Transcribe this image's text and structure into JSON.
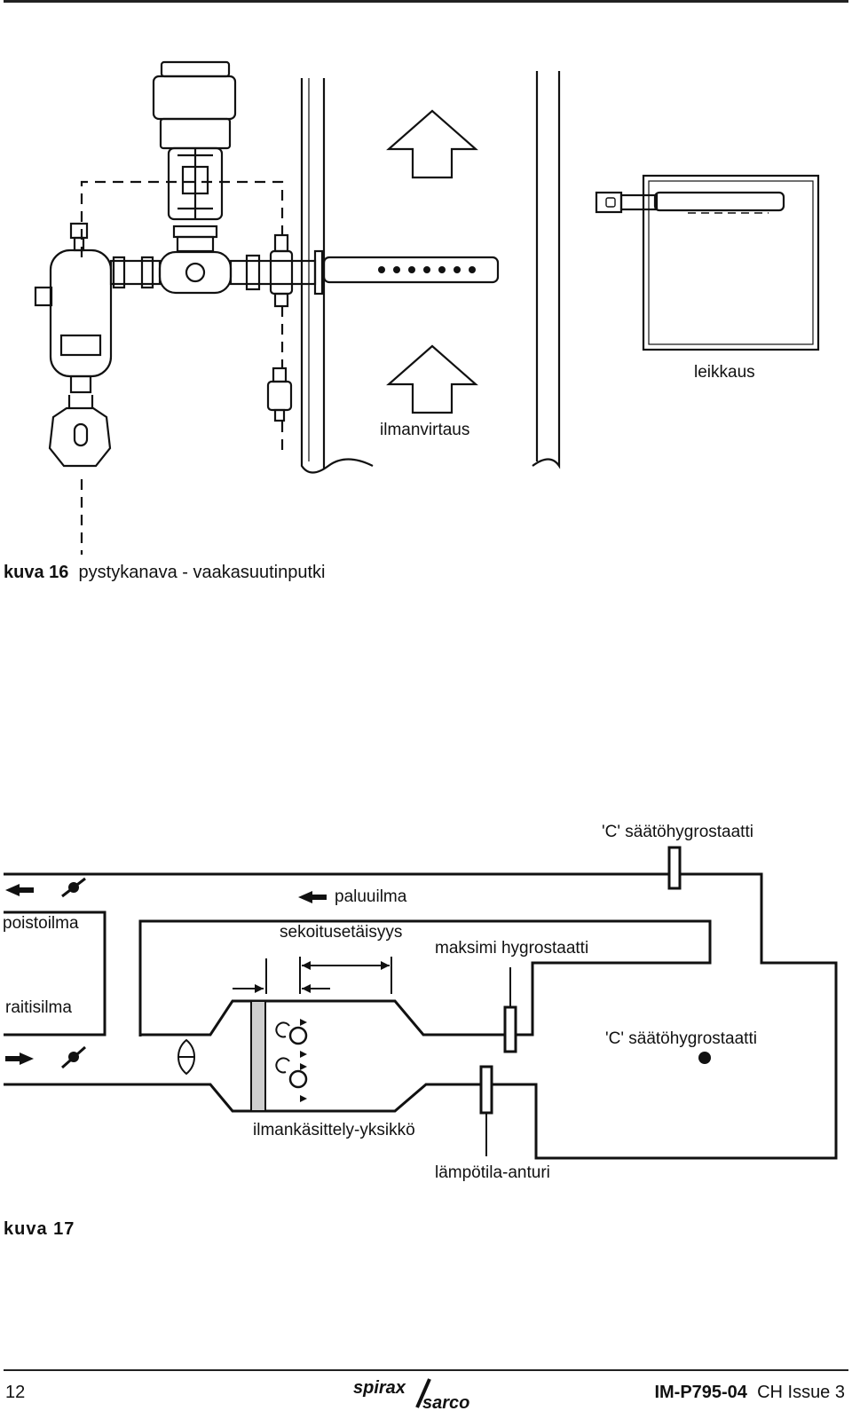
{
  "figure16": {
    "caption_label": "kuva 16",
    "caption_text": "pystykanava - vaakasuutinputki",
    "label_airflow": "ilmanvirtaus",
    "label_section": "leikkaus"
  },
  "figure17": {
    "caption_label": "kuva  17",
    "label_c_hygrostat_top": "'C' säätöhygrostaatti",
    "label_return_air": "paluuilma",
    "label_exhaust_air": "poistoilma",
    "label_mixing_distance": "sekoitusetäisyys",
    "label_max_hygrostat": "maksimi hygrostaatti",
    "label_fresh_air": "raitisilma",
    "label_c_hygrostat_room": "'C' säätöhygrostaatti",
    "label_ahu": "ilmankäsittely-yksikkö",
    "label_temp_sensor": "lämpötila-anturi"
  },
  "footer": {
    "page_number": "12",
    "logo_top": "spirax",
    "logo_bottom": "sarco",
    "doc_code": "IM-P795-04",
    "doc_issue": "CH Issue 3"
  }
}
